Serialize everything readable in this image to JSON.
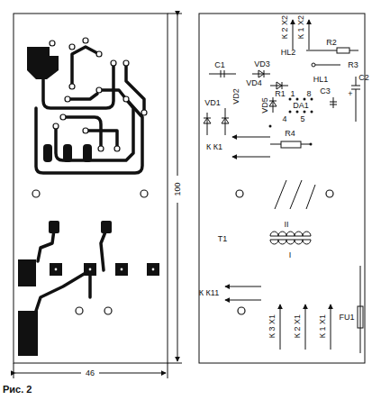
{
  "diagram": {
    "caption": "Рис. 2",
    "labels": [
      "К 2 X2",
      "К 1 X2",
      "HL2",
      "R2",
      "C1",
      "VD3",
      "R3",
      "HL1",
      "C3",
      "C2",
      "+",
      "VD4",
      "R1",
      "VD2",
      "VD5",
      "1",
      "8",
      "DA1",
      "VD1",
      "4",
      "5",
      "К К1",
      "R4",
      "T1",
      "II",
      "I",
      "К К11",
      "К 3 X1",
      "К 2 X1",
      "К 1 X1",
      "FU1",
      "100",
      "46"
    ]
  }
}
